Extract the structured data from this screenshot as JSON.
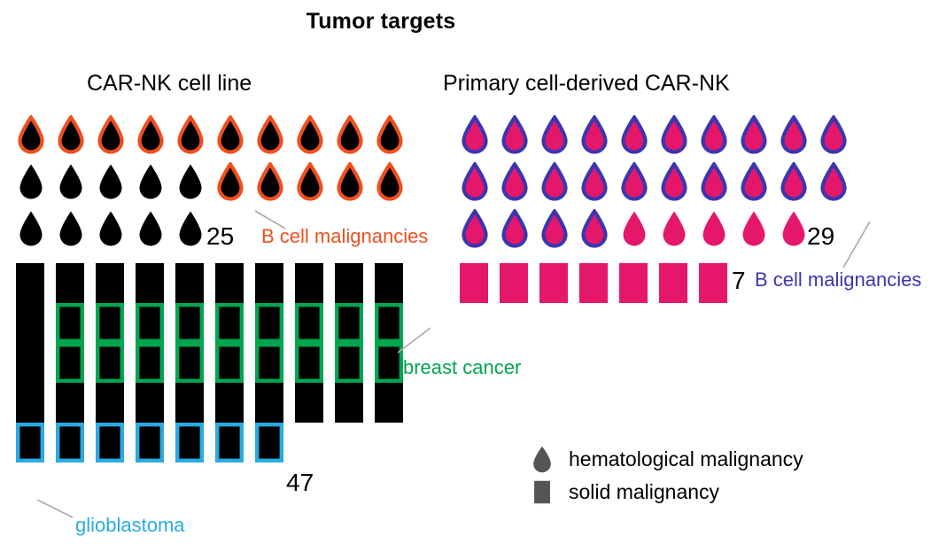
{
  "title": "Tumor targets",
  "panels": [
    {
      "id": "car-nk-cell-line",
      "heading": "CAR-NK cell line",
      "groups": [
        {
          "id": "b-cell-malignancies-cellline",
          "icon": "droplet",
          "fill": "#000000",
          "outline": "#F04E1E",
          "count": "25",
          "label": "B cell malignancies",
          "label_color": "#F04E1E",
          "rows": [
            {
              "plain": 0,
              "outlined": 10
            },
            {
              "plain": 5,
              "outlined": 5
            },
            {
              "plain": 5,
              "outlined": 0
            }
          ]
        },
        {
          "id": "solid-malignancies-cellline",
          "icon": "square",
          "fill": "#000000",
          "count": "47",
          "labels": [
            {
              "id": "breast-cancer",
              "text": "breast cancer",
              "color": "#00A550"
            },
            {
              "id": "glioblastoma",
              "text": "glioblastoma",
              "color": "#29ABE2"
            }
          ],
          "rows": [
            {
              "plain": 10,
              "outlined": 0,
              "outline": null
            },
            {
              "plain": 1,
              "outlined": 9,
              "outline": "#00A550"
            },
            {
              "plain": 1,
              "outlined": 9,
              "outline": "#00A550"
            },
            {
              "plain": 10,
              "outlined": 0,
              "outline": null
            },
            {
              "plain": 0,
              "outlined": 7,
              "outline": "#29ABE2"
            }
          ]
        }
      ]
    },
    {
      "id": "primary-cell-derived-car-nk",
      "heading": "Primary cell-derived CAR-NK",
      "groups": [
        {
          "id": "b-cell-malignancies-primary",
          "icon": "droplet",
          "fill": "#E5176B",
          "outline": "#3B36B0",
          "count": "29",
          "label": "B cell malignancies",
          "label_color": "#3B36B0",
          "rows": [
            {
              "outlined": 10,
              "plain": 0
            },
            {
              "outlined": 10,
              "plain": 0
            },
            {
              "outlined": 4,
              "plain": 5
            }
          ]
        },
        {
          "id": "solid-malignancies-primary",
          "icon": "square",
          "fill": "#E5176B",
          "count": "7",
          "rows": [
            {
              "plain": 7,
              "outlined": 0,
              "outline": null
            }
          ]
        }
      ]
    }
  ],
  "legend": {
    "color": "#555555",
    "items": [
      {
        "id": "hematological-malignancy",
        "icon": "droplet",
        "text": "hematological malignancy"
      },
      {
        "id": "solid-malignancy",
        "icon": "square",
        "text": "solid malignancy"
      }
    ]
  },
  "chart_data": {
    "type": "pictogram",
    "title": "Tumor targets",
    "unit": "1 icon = 1 target",
    "legend": [
      "hematological malignancy (droplet)",
      "solid malignancy (square)"
    ],
    "series": [
      {
        "name": "CAR-NK cell line",
        "categories": [
          "hematological malignancy",
          "solid malignancy"
        ],
        "values": [
          25,
          47
        ],
        "highlights": [
          {
            "name": "B cell malignancies",
            "value": 15,
            "color": "#F04E1E",
            "of": "hematological malignancy"
          },
          {
            "name": "breast cancer",
            "value": 18,
            "color": "#00A550",
            "of": "solid malignancy"
          },
          {
            "name": "glioblastoma",
            "value": 7,
            "color": "#29ABE2",
            "of": "solid malignancy"
          }
        ]
      },
      {
        "name": "Primary cell-derived CAR-NK",
        "categories": [
          "hematological malignancy",
          "solid malignancy"
        ],
        "values": [
          29,
          7
        ],
        "highlights": [
          {
            "name": "B cell malignancies",
            "value": 24,
            "color": "#3B36B0",
            "of": "hematological malignancy"
          }
        ]
      }
    ]
  }
}
